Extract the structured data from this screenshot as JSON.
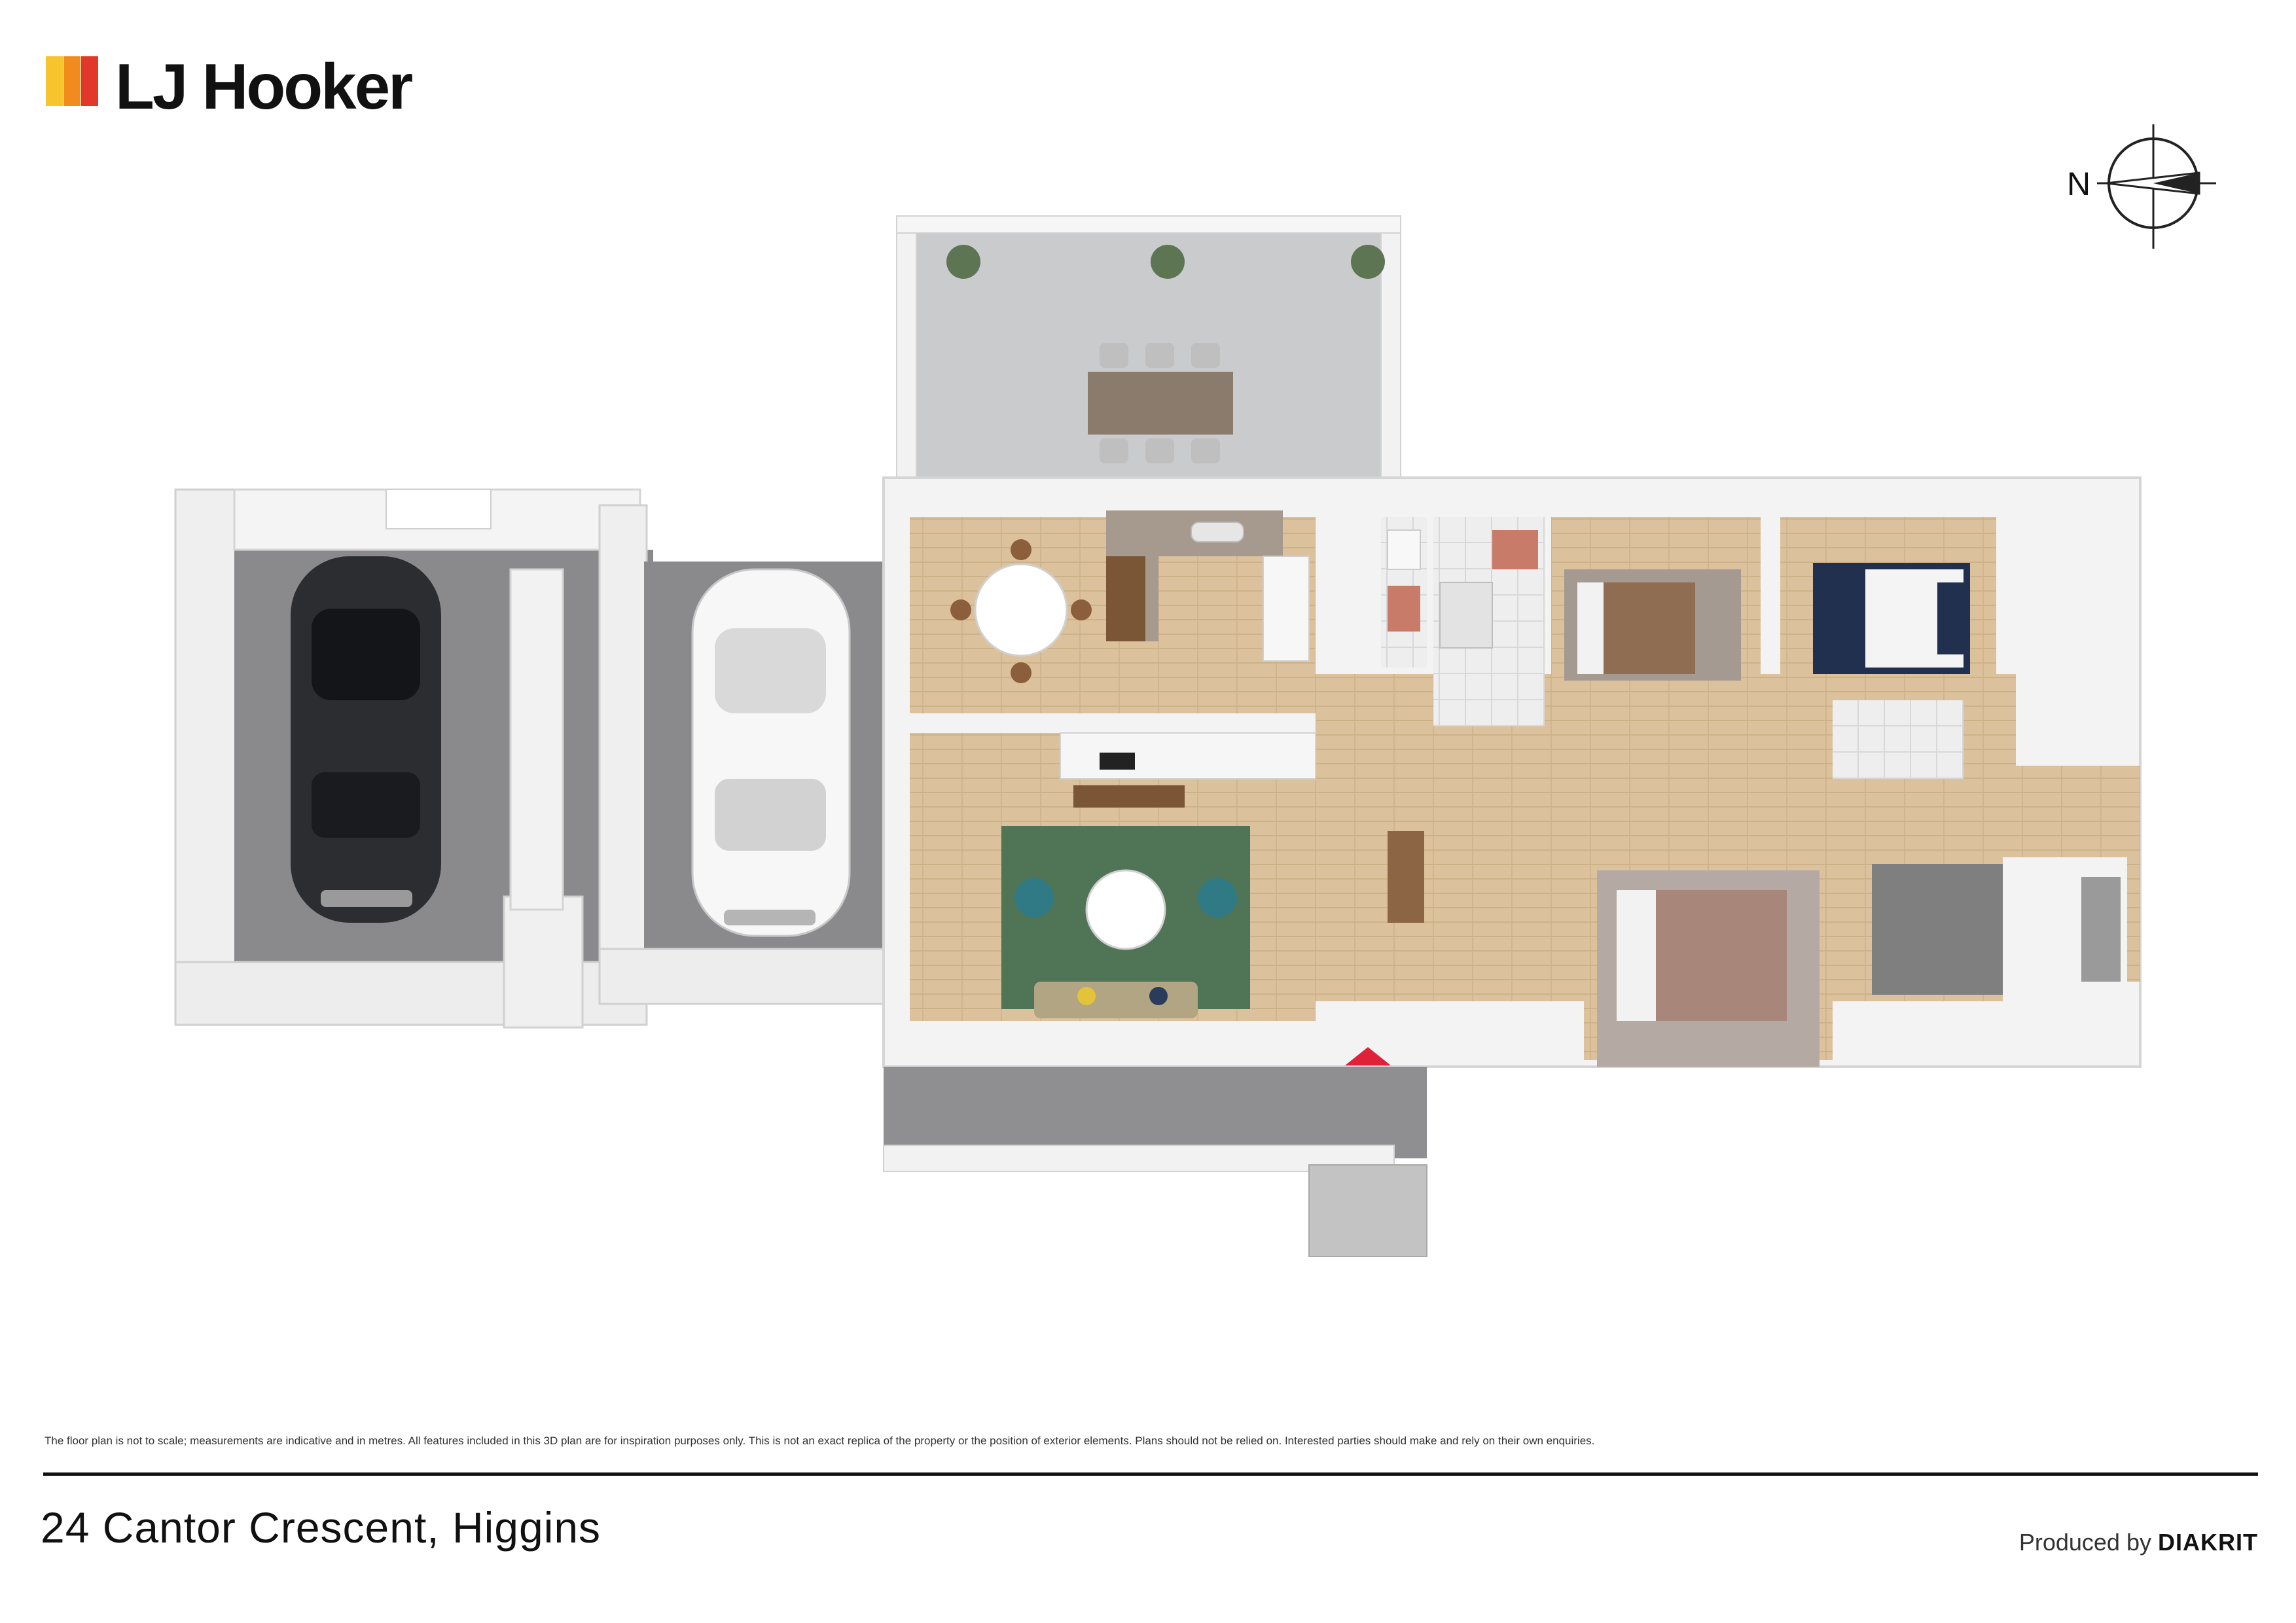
{
  "brand": {
    "name": "LJ Hooker",
    "colors": [
      "#f6c42d",
      "#f28b1d",
      "#e2372b"
    ]
  },
  "compass": {
    "label": "N"
  },
  "colors": {
    "wall": "#f4f4f4",
    "wall_edge": "#d6d6d6",
    "timber_floor": "#dcc29c",
    "garage_floor": "#8a8a8d",
    "patio_floor": "#c9cbcd",
    "tile": "#eeeeee",
    "rug_green": "#4f7556",
    "rug_grey": "#a59a91",
    "bed_navy": "#21304f",
    "bed_grey": "#7f7f80",
    "bed_brown": "#8f6d52",
    "entry_marker": "#e0213a"
  },
  "icons": [
    "north-arrow-icon",
    "entry-marker-icon",
    "car-icon",
    "bed-icon",
    "sofa-icon"
  ],
  "disclaimer": "The floor plan is not to scale; measurements are indicative and in metres. All features included in this 3D plan are for inspiration purposes only. This is not an exact replica of the property or the position of exterior elements. Plans should not be relied on. Interested parties should make and rely on their own enquiries.",
  "address": "24 Cantor Crescent, Higgins",
  "producer": {
    "prefix": "Produced by",
    "company": "DIAKRIT"
  }
}
